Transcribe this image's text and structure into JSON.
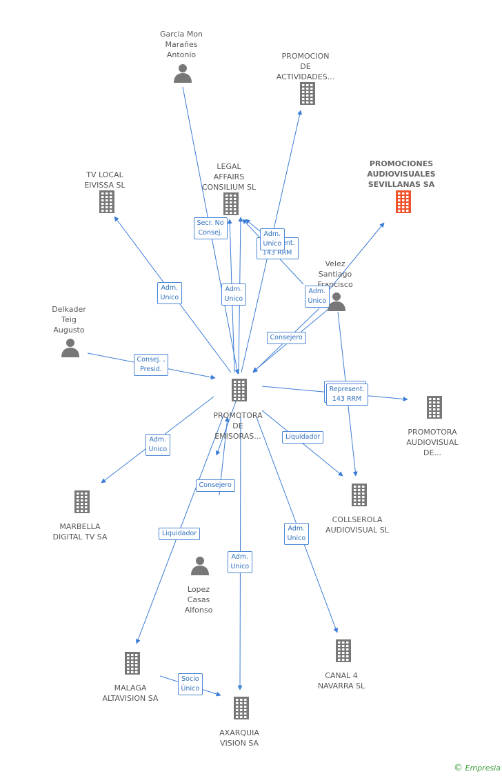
{
  "colors": {
    "edge": "#3a7bd5",
    "node": "#777777",
    "highlight": "#f0522a",
    "badge_text": "#2f6fbf"
  },
  "nodes": [
    {
      "id": "garcia",
      "type": "person",
      "lines": [
        "Garcia Mon",
        "Marañes",
        "Antonio"
      ]
    },
    {
      "id": "promocion_act",
      "type": "company",
      "lines": [
        "PROMOCION",
        "DE",
        "ACTIVIDADES..."
      ]
    },
    {
      "id": "legal",
      "type": "company",
      "lines": [
        "LEGAL",
        "AFFAIRS",
        "CONSILIUM SL"
      ]
    },
    {
      "id": "tvlocal",
      "type": "company",
      "lines": [
        "TV LOCAL",
        "EIVISSA SL"
      ]
    },
    {
      "id": "pas",
      "type": "company",
      "highlight": true,
      "lines": [
        "PROMOCIONES",
        "AUDIOVISUALES",
        "SEVILLANAS SA"
      ]
    },
    {
      "id": "velez",
      "type": "person",
      "lines": [
        "Velez",
        "Santiago",
        "Francisco"
      ]
    },
    {
      "id": "delkader",
      "type": "person",
      "lines": [
        "Delkader",
        "Teig",
        "Augusto"
      ]
    },
    {
      "id": "center",
      "type": "company",
      "lines": [
        "PROMOTORA",
        "DE",
        "EMISORAS..."
      ]
    },
    {
      "id": "prom_audio",
      "type": "company",
      "lines": [
        "PROMOTORA",
        "AUDIOVISUAL",
        "DE..."
      ]
    },
    {
      "id": "marbella",
      "type": "company",
      "lines": [
        "MARBELLA",
        "DIGITAL TV SA"
      ]
    },
    {
      "id": "collserola",
      "type": "company",
      "lines": [
        "COLLSEROLA",
        "AUDIOVISUAL SL"
      ]
    },
    {
      "id": "lopez",
      "type": "person",
      "lines": [
        "Lopez",
        "Casas",
        "Alfonso"
      ]
    },
    {
      "id": "malaga",
      "type": "company",
      "lines": [
        "MALAGA",
        "ALTAVISION SA"
      ]
    },
    {
      "id": "canal4",
      "type": "company",
      "lines": [
        "CANAL 4",
        "NAVARRA SL"
      ]
    },
    {
      "id": "axarquia",
      "type": "company",
      "lines": [
        "AXARQUIA",
        "VISION SA"
      ]
    }
  ],
  "badges": [
    {
      "id": "b1",
      "lines": [
        "Secr.  No",
        "Consej."
      ]
    },
    {
      "id": "b2",
      "lines": [
        "Represent.",
        "143 RRM"
      ]
    },
    {
      "id": "b3",
      "lines": [
        "Adm.",
        "Unico"
      ]
    },
    {
      "id": "b4",
      "lines": [
        "Adm.",
        "Unico"
      ]
    },
    {
      "id": "b5",
      "lines": [
        "Adm.",
        "Unico"
      ]
    },
    {
      "id": "b6",
      "lines": [
        "Adm.",
        "Unico"
      ]
    },
    {
      "id": "b7",
      "lines": [
        "Consejero"
      ]
    },
    {
      "id": "b8",
      "lines": [
        "Consej. ,",
        "Presid."
      ]
    },
    {
      "id": "b9",
      "lines": [
        "Represent.",
        "143 RRM"
      ]
    },
    {
      "id": "b10",
      "lines": [
        "Represent.",
        "143 RRM"
      ]
    },
    {
      "id": "b11",
      "lines": [
        "Adm.",
        "Unico"
      ]
    },
    {
      "id": "b12",
      "lines": [
        "Liquidador"
      ]
    },
    {
      "id": "b13",
      "lines": [
        "Consejero"
      ]
    },
    {
      "id": "b14",
      "lines": [
        "Liquidador"
      ]
    },
    {
      "id": "b15",
      "lines": [
        "Adm.",
        "Unico"
      ]
    },
    {
      "id": "b16",
      "lines": [
        "Adm.",
        "Unico"
      ]
    },
    {
      "id": "b17",
      "lines": [
        "Socio",
        "Único"
      ]
    }
  ],
  "footer": {
    "copyright": "©",
    "brand": "Empresia"
  }
}
